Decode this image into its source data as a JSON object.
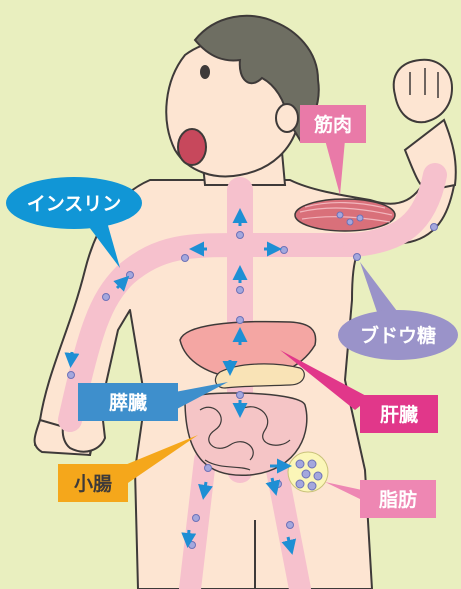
{
  "labels": {
    "muscle": "筋肉",
    "insulin": "インスリン",
    "glucose": "ブドウ糖",
    "pancreas": "膵臓",
    "liver": "肝臓",
    "small_intestine": "小腸",
    "fat": "脂肪"
  },
  "colors": {
    "background": "#e9efbf",
    "skin": "#fde5d2",
    "outline": "#3e3a39",
    "hair": "#6e6e62",
    "vessel": "#f6c1cd",
    "arrow": "#1e8fd4",
    "glucose_dot": "#a4a7dd",
    "muscle_label": "#e97aa8",
    "insulin_label": "#1196d6",
    "glucose_label": "#9a93c9",
    "pancreas_label": "#3e8fcc",
    "liver_label": "#e1378a",
    "small_intestine_label": "#f5a71b",
    "fat_label": "#ee87b3"
  },
  "icons": {
    "arrow": "blue-arrow-icon",
    "glucose": "glucose-dot-icon"
  }
}
